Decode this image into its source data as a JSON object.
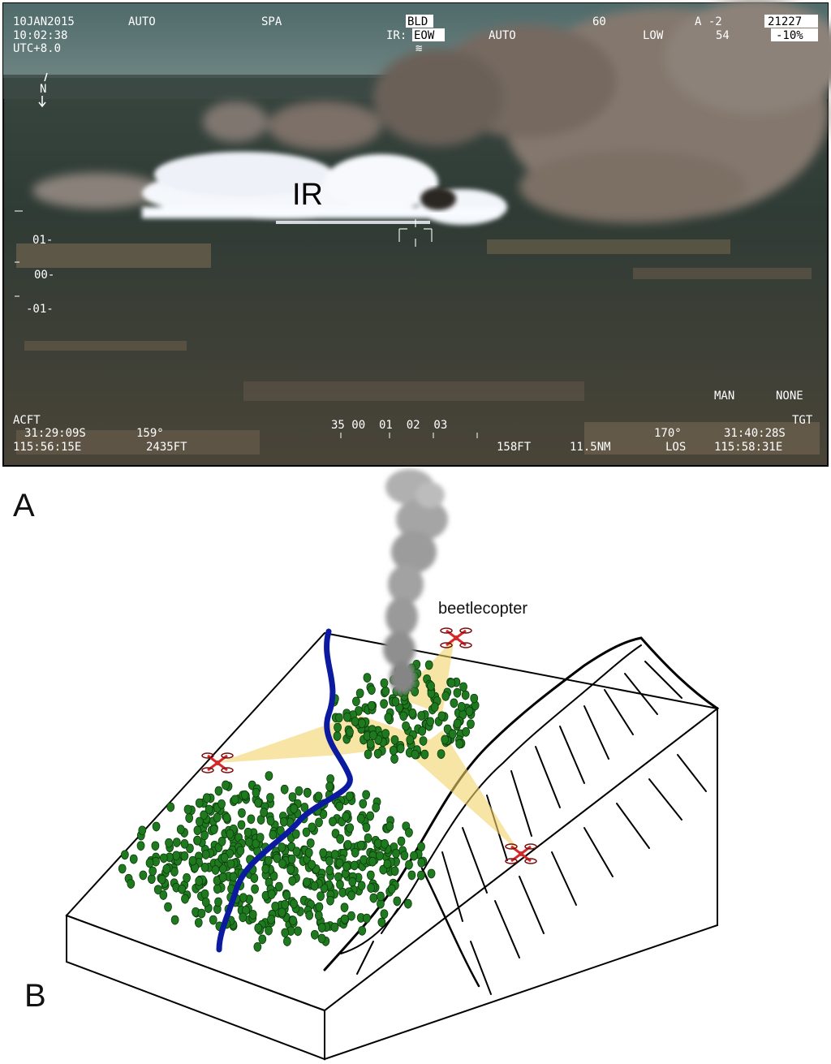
{
  "panel_a": {
    "letter": "A",
    "overlay_label": "IR",
    "hud": {
      "date": "10JAN2015",
      "time": "10:02:38",
      "timezone": "UTC+8.0",
      "mode_auto": "AUTO",
      "spa": "SPA",
      "bld": "BLD",
      "ir_prefix": "IR:",
      "ir_mode": "EOW",
      "auto2": "AUTO",
      "sixty": "60",
      "low": "LOW",
      "a_val": "A -2",
      "fifty_four": "54",
      "top_box": "21227",
      "pct_box": "-10%",
      "north": "N",
      "scale_01_top": "01-",
      "scale_00": "00-",
      "scale_01_bot": "-01-",
      "acft": "ACFT",
      "acft_lat": "31:29:09S",
      "acft_hdg": "159°",
      "acft_lon": "115:56:15E",
      "acft_alt": "2435FT",
      "heading_scale": "35 00  01  02  03",
      "man": "MAN",
      "none": "NONE",
      "tgt": "TGT",
      "tgt_hdg": "170°",
      "tgt_lat": "31:40:28S",
      "range_ft": "158FT",
      "range_nm": "11.5NM",
      "los": "LOS",
      "tgt_lon": "115:58:31E"
    }
  },
  "panel_b": {
    "letter": "B",
    "drone_label": "beetlecopter",
    "colors": {
      "river": "#0b1a9e",
      "trees": "#1f7a1f",
      "beam": "#f3d46a",
      "drone": "#d62828",
      "smoke": "#9a9a9a"
    }
  }
}
